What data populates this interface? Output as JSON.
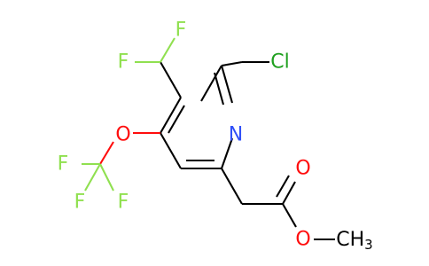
{
  "molecule": {
    "atoms": {
      "n1": {
        "label": "N",
        "color": "#3050f8"
      },
      "cl": {
        "label": "Cl",
        "color": "#1fa01f"
      },
      "f1": {
        "label": "F",
        "color": "#90e050"
      },
      "f2": {
        "label": "F",
        "color": "#90e050"
      },
      "f3": {
        "label": "F",
        "color": "#90e050"
      },
      "f4": {
        "label": "F",
        "color": "#90e050"
      },
      "f5": {
        "label": "F",
        "color": "#90e050"
      },
      "o_ether": {
        "label": "O",
        "color": "#ff0d0d"
      },
      "o_carbonyl": {
        "label": "O",
        "color": "#ff0d0d"
      },
      "o_ester": {
        "label": "O",
        "color": "#ff0d0d"
      },
      "ch3": {
        "label": "CH",
        "subscript": "3",
        "color": "#000000"
      }
    }
  }
}
